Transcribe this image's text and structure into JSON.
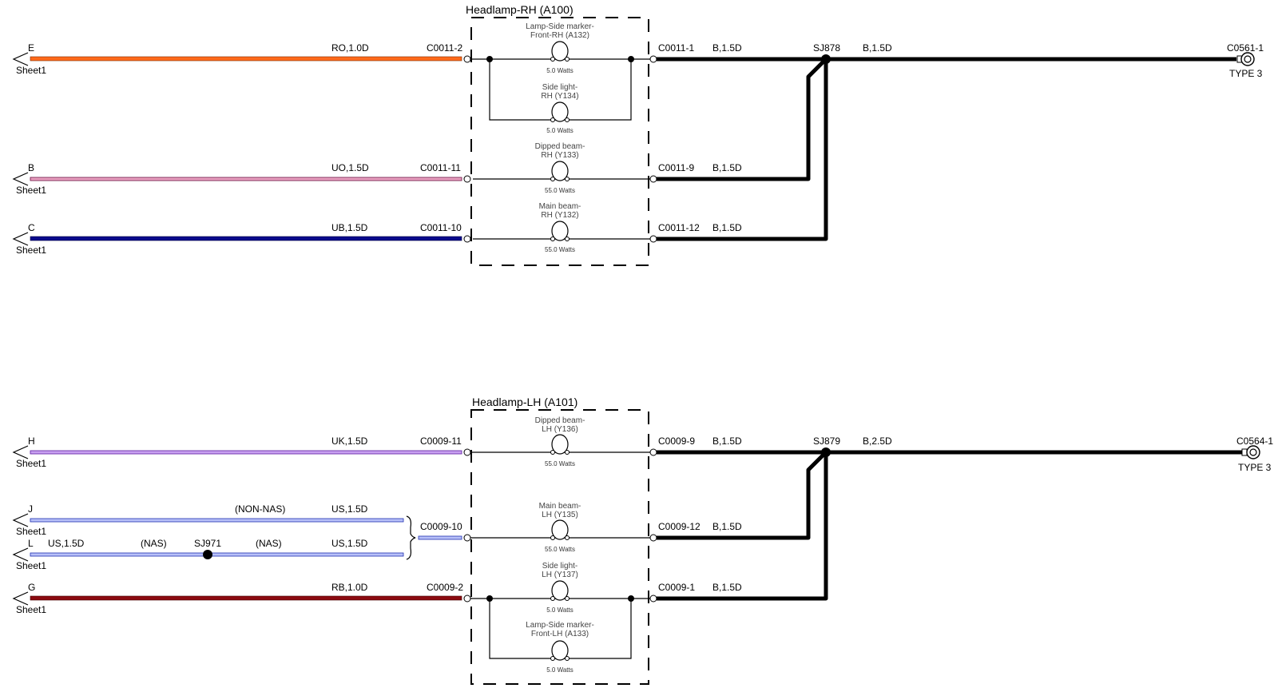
{
  "colors": {
    "orange": "#ff6a1a",
    "purple_red": "#a0306a",
    "dark_blue": "#0a0a8c",
    "violet": "#8a3cdc",
    "light_blue": "#4a58e0",
    "dark_red": "#8c0a10",
    "ground": "#000000"
  },
  "rh": {
    "title": "Headlamp-RH (A100)",
    "wires": [
      {
        "letter": "E",
        "sheet": "Sheet1",
        "spec": "RO,1.0D",
        "conn_left": "C0011-2",
        "conn_right": "C0011-1",
        "ground_spec": "B,1.5D"
      },
      {
        "letter": "B",
        "sheet": "Sheet1",
        "spec": "UO,1.5D",
        "conn_left": "C0011-11",
        "conn_right": "C0011-9",
        "ground_spec": "B,1.5D"
      },
      {
        "letter": "C",
        "sheet": "Sheet1",
        "spec": "UB,1.5D",
        "conn_left": "C0011-10",
        "conn_right": "C0011-12",
        "ground_spec": "B,1.5D"
      }
    ],
    "lamps": [
      {
        "name1": "Lamp-Side marker-",
        "name2": "Front-RH (A132)",
        "watts": "5.0 Watts"
      },
      {
        "name1": "Side light-",
        "name2": "RH (Y134)",
        "watts": "5.0 Watts"
      },
      {
        "name1": "Dipped beam-",
        "name2": "RH (Y133)",
        "watts": "55.0 Watts"
      },
      {
        "name1": "Main beam-",
        "name2": "RH (Y132)",
        "watts": "55.0 Watts"
      }
    ],
    "splice": "SJ878",
    "trunk_spec": "B,1.5D",
    "ground_conn": "C0561-1",
    "ground_type": "TYPE 3"
  },
  "lh": {
    "title": "Headlamp-LH (A101)",
    "wires": [
      {
        "letter": "H",
        "sheet": "Sheet1",
        "spec": "UK,1.5D",
        "conn_left": "C0009-11",
        "conn_right": "C0009-9",
        "ground_spec": "B,1.5D"
      },
      {
        "letter": "J",
        "sheet": "Sheet1",
        "spec": "US,1.5D",
        "note": "(NON-NAS)"
      },
      {
        "letter": "L",
        "sheet": "Sheet1",
        "spec_left": "US,1.5D",
        "note_left": "(NAS)",
        "splice": "SJ971",
        "note_right": "(NAS)",
        "spec": "US,1.5D"
      },
      {
        "letter": "G",
        "sheet": "Sheet1",
        "spec": "RB,1.0D",
        "conn_left": "C0009-2",
        "conn_right": "C0009-1",
        "ground_spec": "B,1.5D"
      }
    ],
    "merge_conn_left": "C0009-10",
    "merge_conn_right": "C0009-12",
    "merge_ground_spec": "B,1.5D",
    "lamps": [
      {
        "name1": "Dipped beam-",
        "name2": "LH (Y136)",
        "watts": "55.0 Watts"
      },
      {
        "name1": "Main beam-",
        "name2": "LH (Y135)",
        "watts": "55.0 Watts"
      },
      {
        "name1": "Side light-",
        "name2": "LH (Y137)",
        "watts": "5.0 Watts"
      },
      {
        "name1": "Lamp-Side marker-",
        "name2": "Front-LH (A133)",
        "watts": "5.0 Watts"
      }
    ],
    "splice": "SJ879",
    "trunk_spec": "B,2.5D",
    "ground_conn": "C0564-1",
    "ground_type": "TYPE 3"
  }
}
